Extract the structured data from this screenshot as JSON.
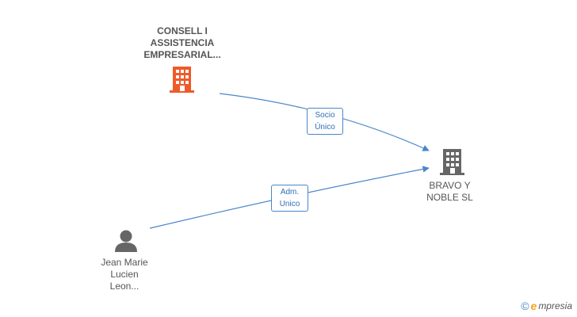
{
  "nodes": {
    "company_top": {
      "label": "CONSELL I\nASSISTENCIA\nEMPRESARIAL...",
      "icon": "building-icon",
      "color": "#f05a28"
    },
    "company_target": {
      "label": "BRAVO Y\nNOBLE SL",
      "icon": "building-icon",
      "color": "#666666"
    },
    "person": {
      "label": "Jean Marie\nLucien\nLeon...",
      "icon": "person-icon",
      "color": "#666666"
    }
  },
  "edges": {
    "top_to_target": {
      "label": "Socio\nÚnico"
    },
    "person_to_target": {
      "label": "Adm.\nUnico"
    }
  },
  "colors": {
    "edge": "#4a86c8"
  },
  "brand": {
    "copyright": "©",
    "e": "e",
    "rest": "mpresia"
  }
}
